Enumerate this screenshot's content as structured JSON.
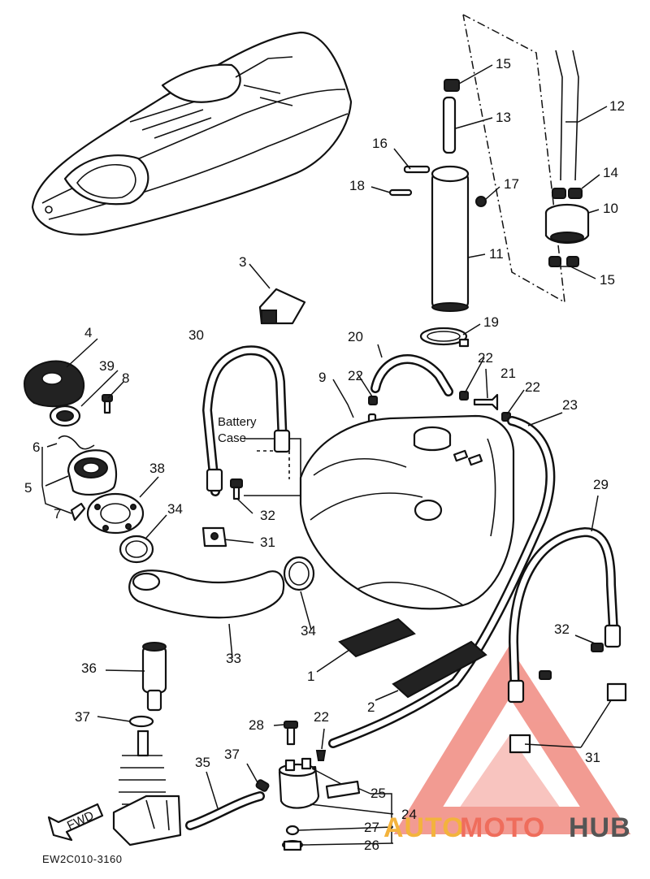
{
  "diagram": {
    "callouts": {
      "c1": "1",
      "c2": "2",
      "c3": "3",
      "c4": "4",
      "c5": "5",
      "c6": "6",
      "c7": "7",
      "c8": "8",
      "c9": "9",
      "c10": "10",
      "c11": "11",
      "c12": "12",
      "c13": "13",
      "c14": "14",
      "c15a": "15",
      "c15b": "15",
      "c16": "16",
      "c17": "17",
      "c18": "18",
      "c19": "19",
      "c20": "20",
      "c21": "21",
      "c22a": "22",
      "c22b": "22",
      "c22c": "22",
      "c22d": "22",
      "c23": "23",
      "c24": "24",
      "c25": "25",
      "c26": "26",
      "c27": "27",
      "c28": "28",
      "c29": "29",
      "c30": "30",
      "c31a": "31",
      "c31b": "31",
      "c32a": "32",
      "c32b": "32",
      "c33": "33",
      "c34a": "34",
      "c34b": "34",
      "c35": "35",
      "c36": "36",
      "c37a": "37",
      "c37b": "37",
      "c38": "38",
      "c39": "39"
    },
    "notes": {
      "battery_line1": "Battery",
      "battery_line2": "Case"
    },
    "fwd_label": "FWD",
    "drawing_code": "EW2C010-3160"
  },
  "watermark": {
    "part1": "AUTO",
    "part2": "MOTO",
    "part3": "HUB",
    "colors": {
      "auto": "#f3b33d",
      "moto": "#ef6d5c",
      "hub": "#555555",
      "triangle": "#f08a80"
    }
  }
}
